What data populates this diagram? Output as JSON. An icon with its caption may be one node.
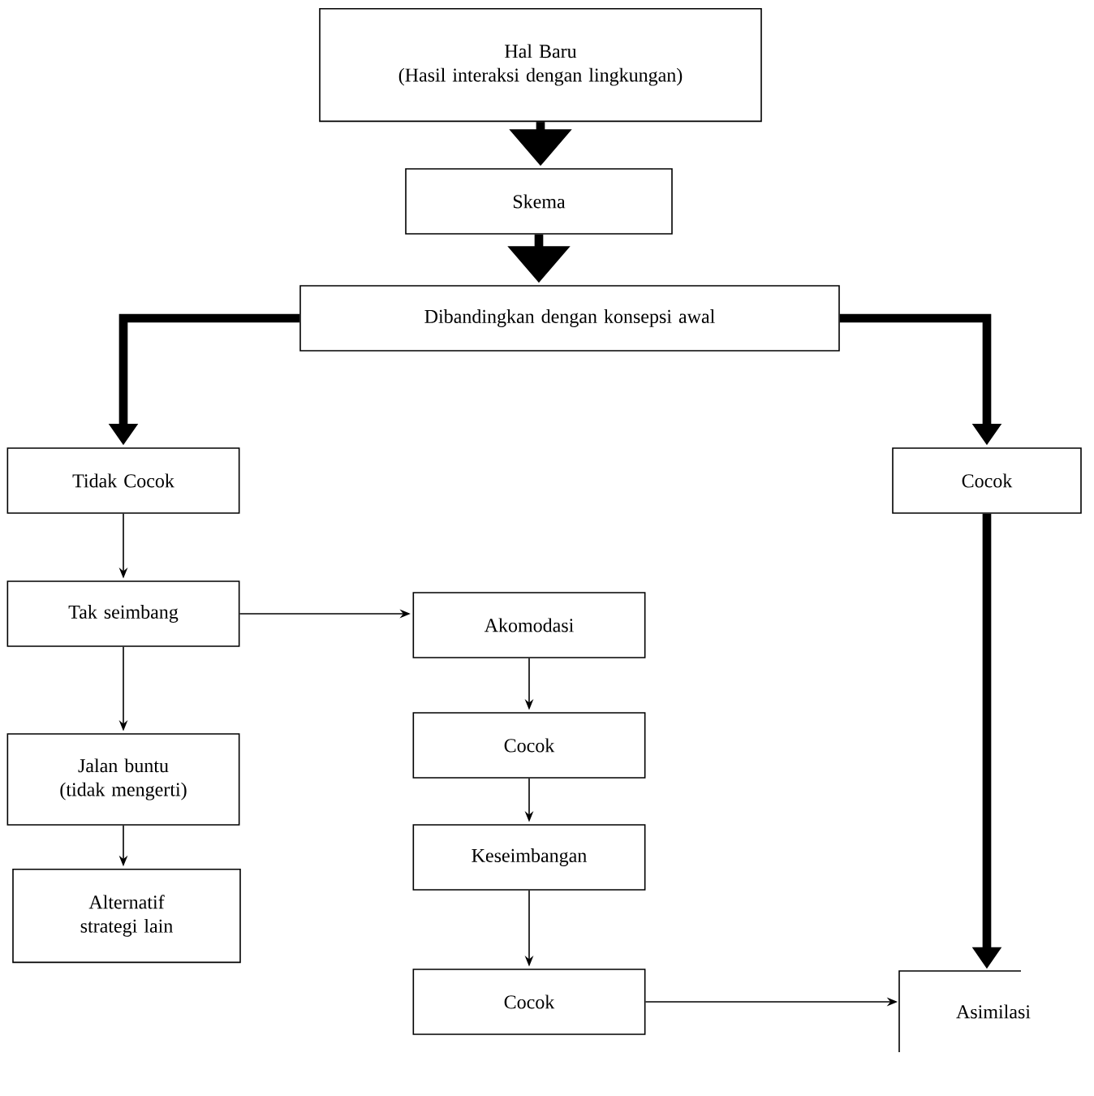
{
  "diagram": {
    "nodes": [
      {
        "text": [
          "Hal Baru",
          "(Hasil interaksi dengan lingkungan)"
        ]
      },
      {
        "text": [
          "Skema"
        ]
      },
      {
        "text": [
          "Dibandingkan dengan konsepsi awal"
        ]
      },
      {
        "text": [
          "Tidak Cocok"
        ]
      },
      {
        "text": [
          "Cocok"
        ]
      },
      {
        "text": [
          "Tak seimbang"
        ]
      },
      {
        "text": [
          "Akomodasi"
        ]
      },
      {
        "text": [
          "Jalan buntu (tidak mengerti)"
        ]
      },
      {
        "text": [
          "Alternatif strategi lain"
        ]
      },
      {
        "text": [
          "Cocok"
        ]
      },
      {
        "text": [
          "Keseimbangan"
        ]
      },
      {
        "text": [
          "Cocok"
        ]
      },
      {
        "text": [
          "Asimilasi"
        ]
      }
    ],
    "edges": [
      {
        "from": 0,
        "to": 1,
        "arrow": "to",
        "style": "thick"
      },
      {
        "from": 1,
        "to": 2,
        "arrow": "to",
        "style": "thick"
      },
      {
        "from": 2,
        "to": 3,
        "arrow": "to",
        "style": "thick"
      },
      {
        "from": 2,
        "to": 4,
        "arrow": "to",
        "style": "thick"
      },
      {
        "from": 3,
        "to": 5,
        "arrow": "to"
      },
      {
        "from": 5,
        "to": 6,
        "arrow": "to"
      },
      {
        "from": 5,
        "to": 7,
        "arrow": "to"
      },
      {
        "from": 7,
        "to": 8,
        "arrow": "to"
      },
      {
        "from": 6,
        "to": 9,
        "arrow": "to"
      },
      {
        "from": 9,
        "to": 10,
        "arrow": "to"
      },
      {
        "from": 10,
        "to": 11,
        "arrow": "to"
      },
      {
        "from": 11,
        "to": 12,
        "arrow": "to"
      },
      {
        "from": 4,
        "to": 12,
        "arrow": "to",
        "style": "thick"
      }
    ]
  }
}
